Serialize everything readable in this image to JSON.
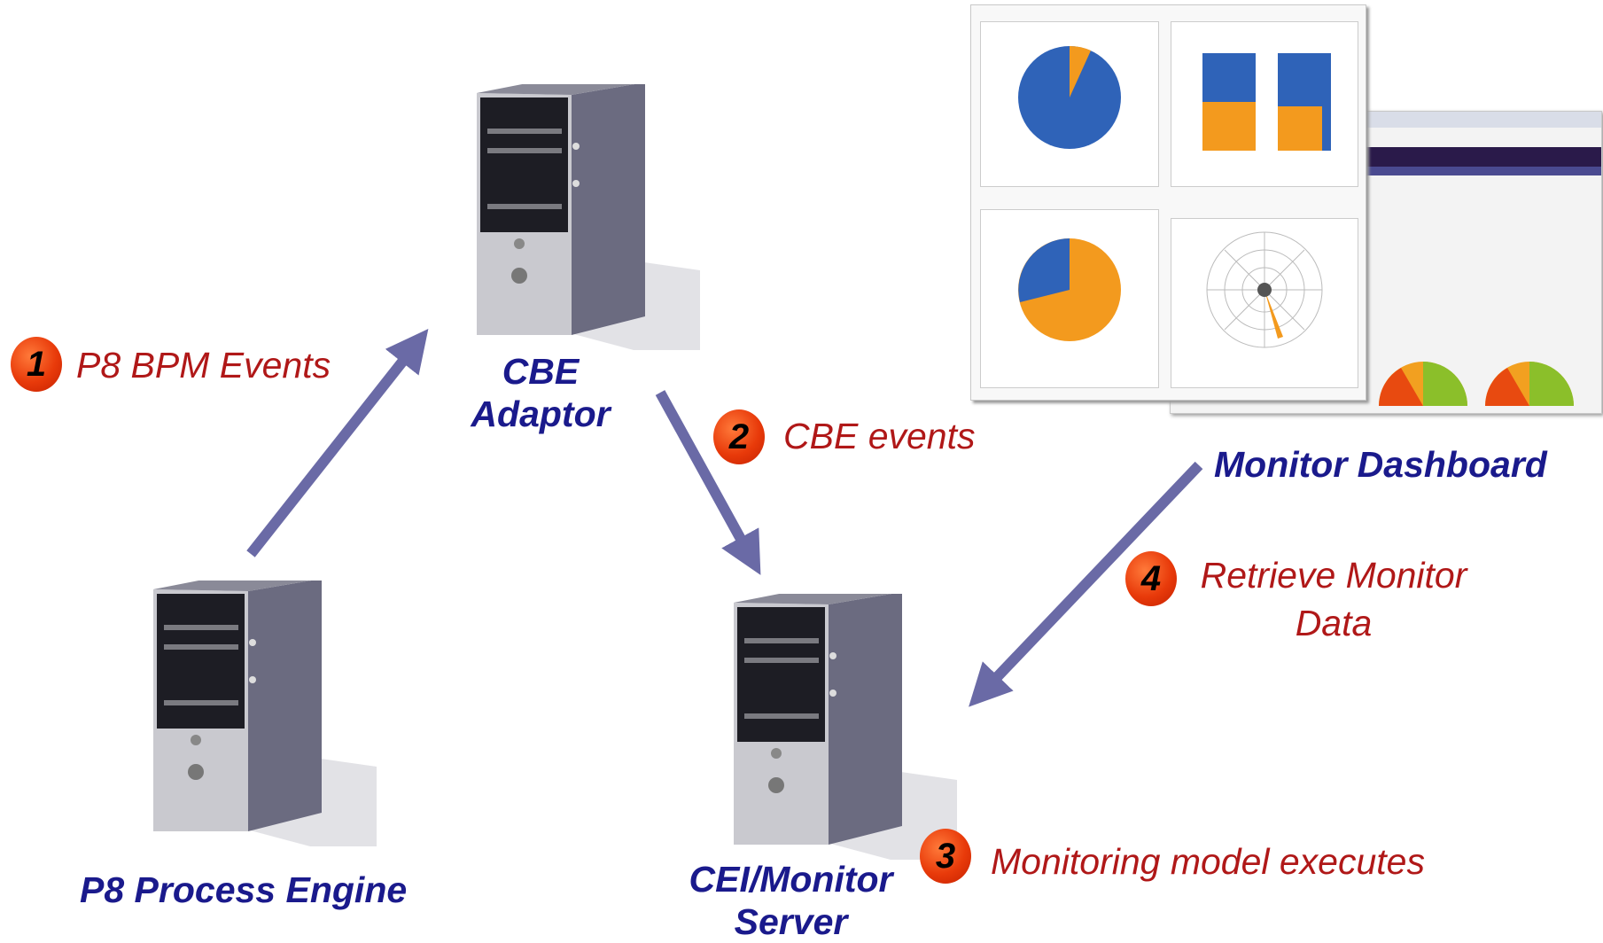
{
  "nodes": {
    "process_engine": "P8 Process Engine",
    "adaptor_line1": "CBE",
    "adaptor_line2": "Adaptor",
    "monitor_server_line1": "CEI/Monitor",
    "monitor_server_line2": "Server",
    "dashboard": "Monitor Dashboard"
  },
  "steps": [
    {
      "number": "1",
      "label": "P8 BPM  Events"
    },
    {
      "number": "2",
      "label": "CBE events"
    },
    {
      "number": "3",
      "label": "Monitoring model  executes"
    },
    {
      "number": "4",
      "label_line1": "Retrieve Monitor",
      "label_line2": "Data"
    }
  ],
  "colors": {
    "node_text": "#1a1a8c",
    "step_text": "#b01818",
    "badge": "#e83a0a",
    "arrow": "#6a6aa6",
    "pie_blue": "#2f63b8",
    "pie_orange": "#f39a1e"
  },
  "icons": [
    "server-tower-icon",
    "dashboard-screenshot"
  ]
}
